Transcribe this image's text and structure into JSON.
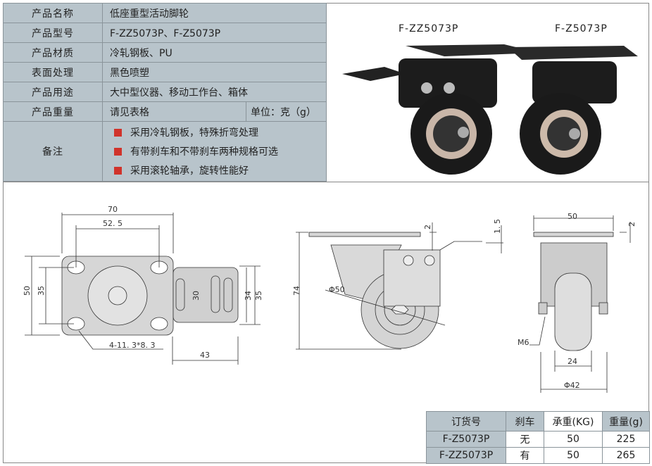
{
  "spec": {
    "rows": [
      {
        "label": "产品名称",
        "value": "低座重型活动脚轮"
      },
      {
        "label": "产品型号",
        "value": "F-ZZ5073P、F-Z5073P"
      },
      {
        "label": "产品材质",
        "value": "冷轧钢板、PU"
      },
      {
        "label": "表面处理",
        "value": "黑色喷塑"
      },
      {
        "label": "产品用途",
        "value": "大中型仪器、移动工作台、箱体"
      },
      {
        "label": "产品重量",
        "value": "请见表格",
        "unit": "单位：克（g）"
      }
    ],
    "notes_label": "备注",
    "notes": [
      "采用冷轧钢板，特殊折弯处理",
      "有带刹车和不带刹车两种规格可选",
      "采用滚轮轴承，旋转性能好"
    ],
    "bullet_color": "#d0332b"
  },
  "photo": {
    "left_model": "F-ZZ5073P",
    "right_model": "F-Z5073P"
  },
  "drawing": {
    "top_view": {
      "w70": "70",
      "w52": "52. 5",
      "h50": "50",
      "h35": "35",
      "d30": "30",
      "d34": "34",
      "d35": "35",
      "holes": "4-11. 3*8. 3",
      "d43": "43"
    },
    "side_view": {
      "h74": "74",
      "t2": "2",
      "t15": "1. 5",
      "dia": "Φ50"
    },
    "front_view": {
      "w50": "50",
      "t2": "2",
      "m6": "M6",
      "w24": "24",
      "dia": "Φ42"
    }
  },
  "order_table": {
    "headers": [
      "订货号",
      "刹车",
      "承重(KG)",
      "重量(g)"
    ],
    "rows": [
      [
        "F-Z5073P",
        "无",
        "50",
        "225"
      ],
      [
        "F-ZZ5073P",
        "有",
        "50",
        "265"
      ]
    ]
  }
}
